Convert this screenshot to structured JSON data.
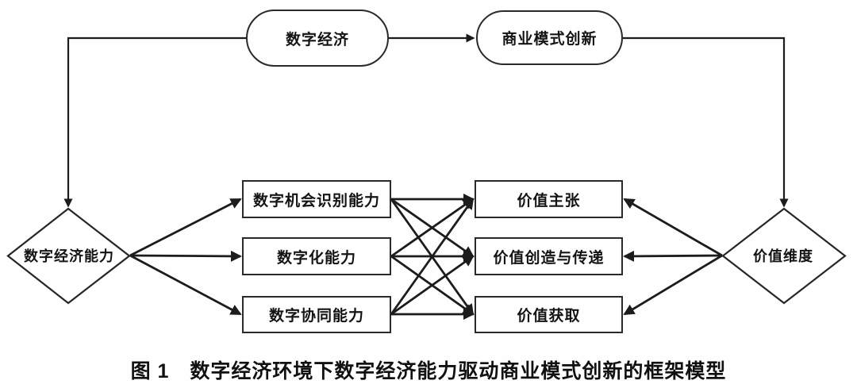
{
  "diagram": {
    "top_nodes": {
      "digital_economy": "数字经济",
      "business_model_innovation": "商业模式创新"
    },
    "left_diamond": {
      "label": "数字经济能力"
    },
    "right_diamond": {
      "label": "价值维度"
    },
    "capability_boxes": [
      "数字机会识别能力",
      "数字化能力",
      "数字协同能力"
    ],
    "value_boxes": [
      "价值主张",
      "价值创造与传递",
      "价值获取"
    ],
    "caption": "图 1　数字经济环境下数字经济能力驱动商业模式创新的框架模型",
    "colors": {
      "stroke": "#1c1c1c",
      "box_border": "#2a2a2a",
      "background": "#ffffff",
      "text": "#141414"
    }
  }
}
